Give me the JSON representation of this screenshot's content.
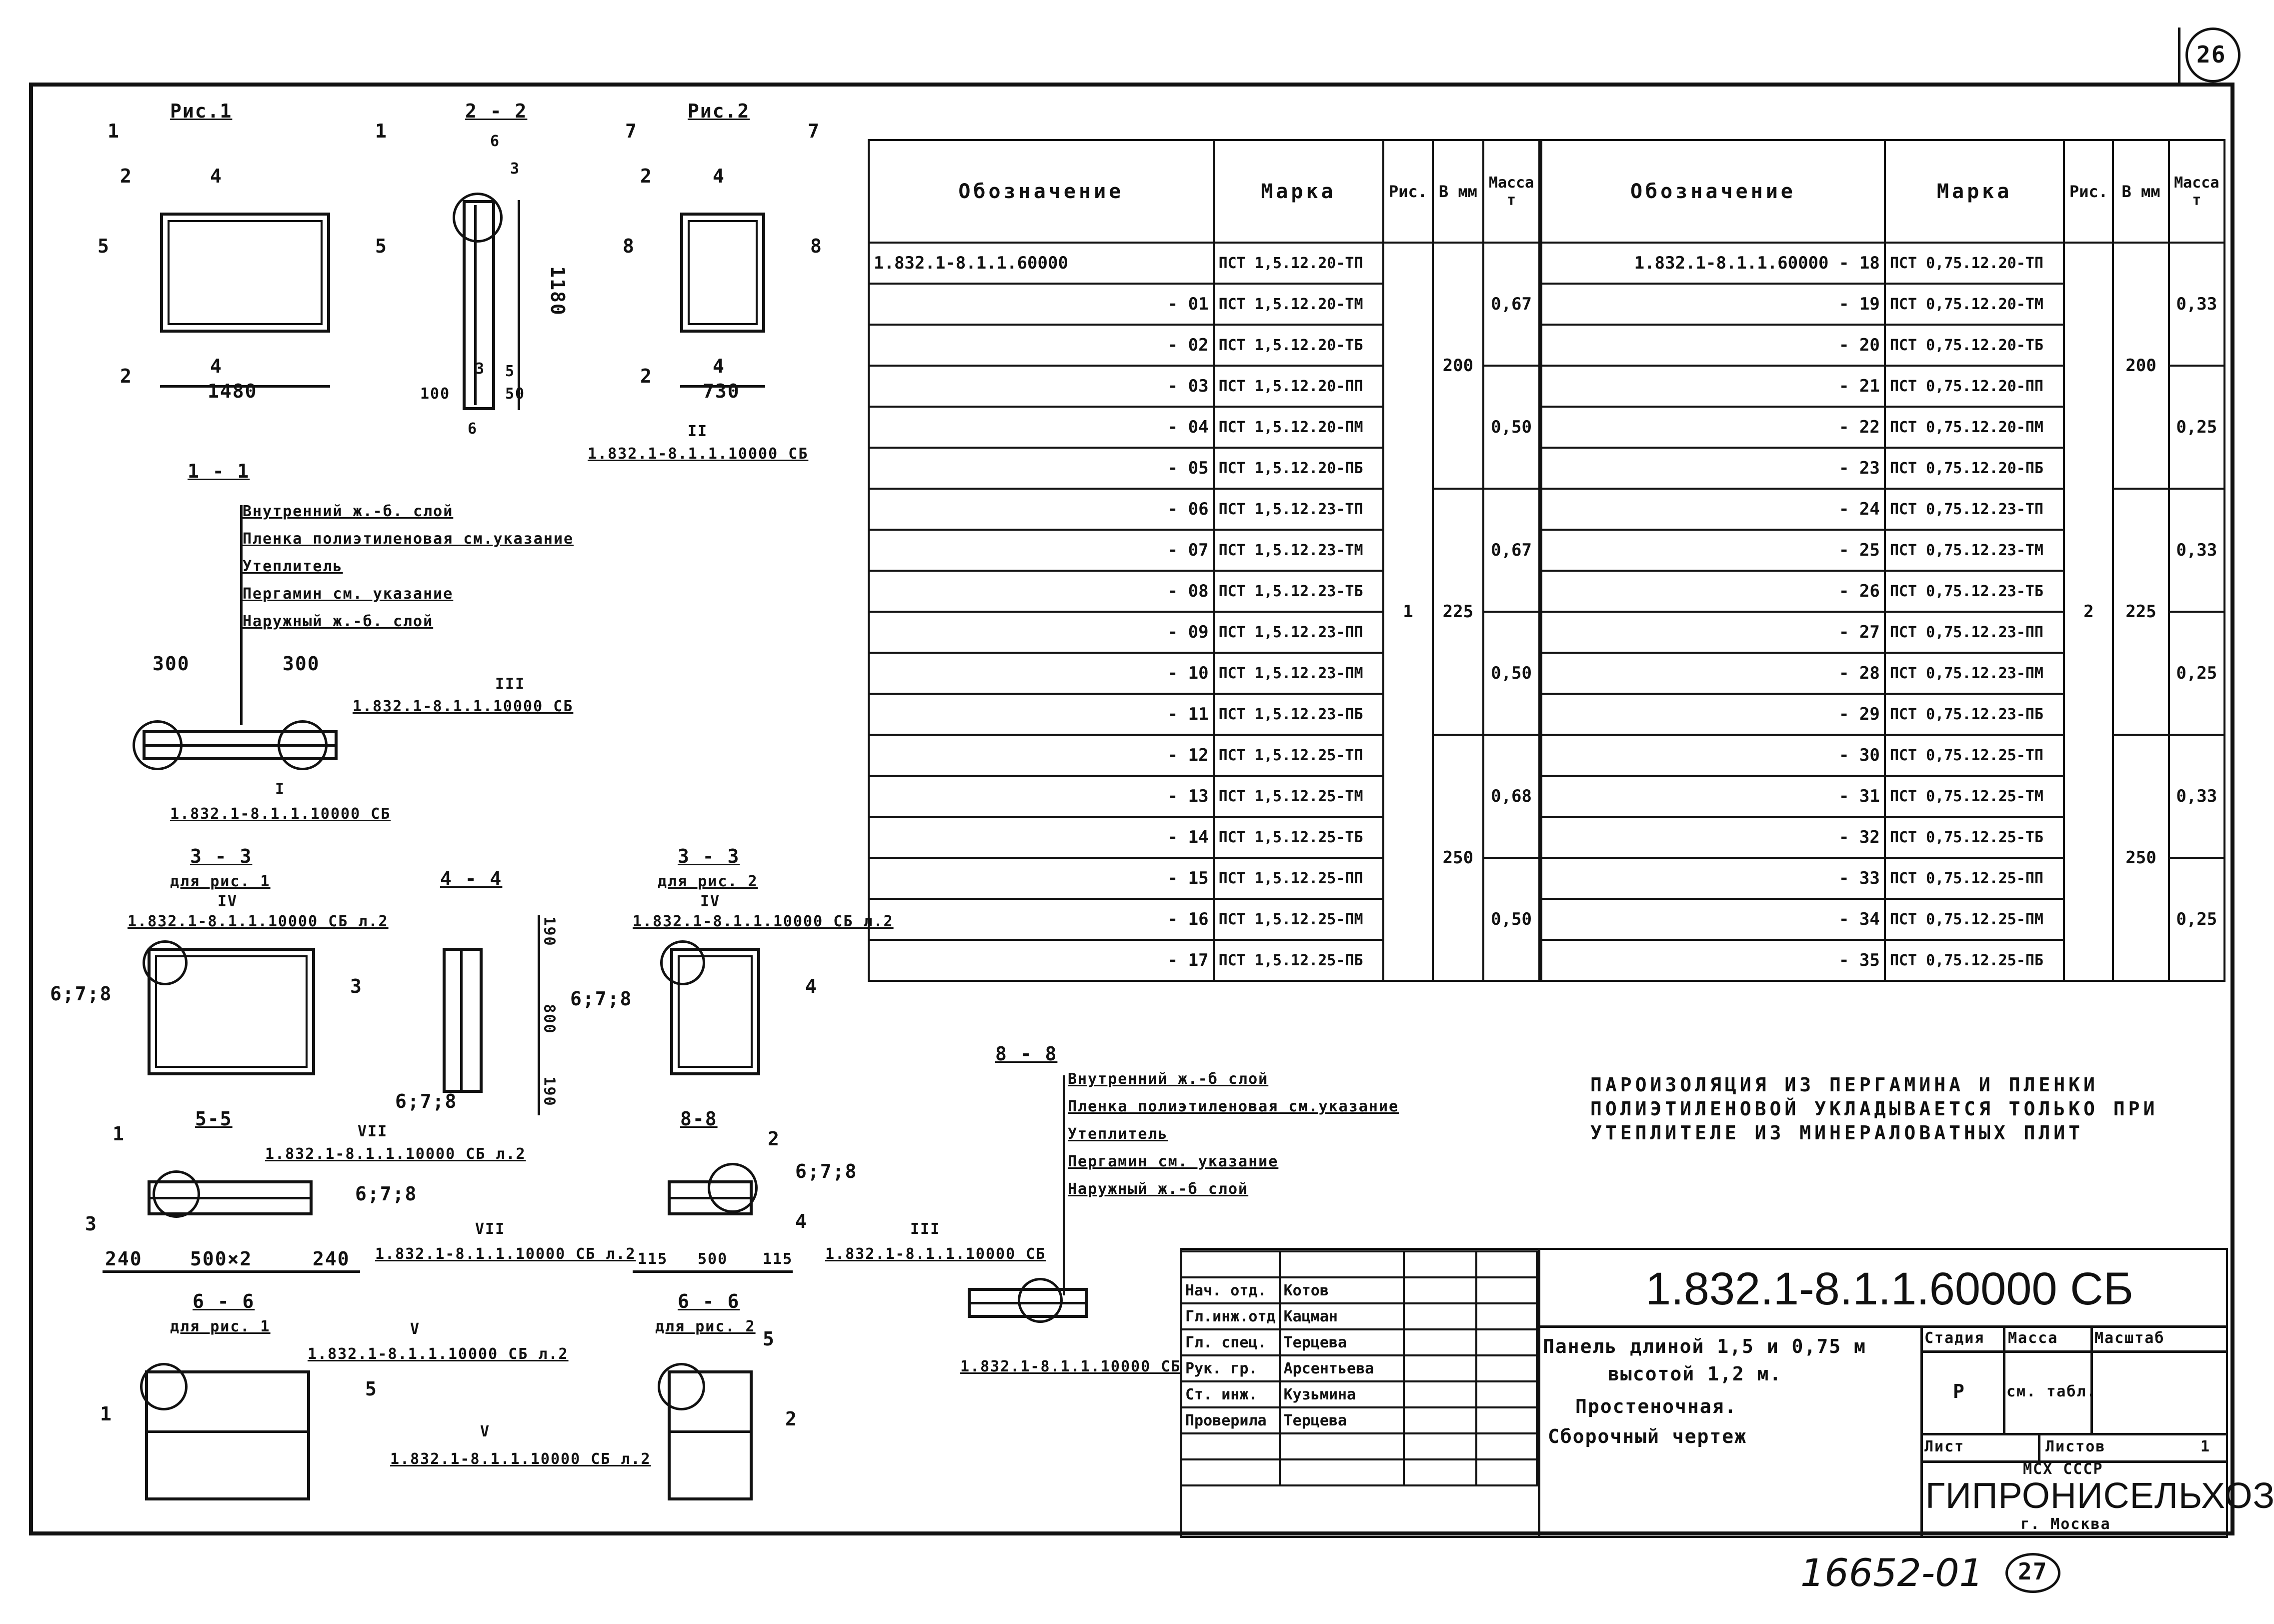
{
  "sheet_number": "26",
  "footer_code": "16652-01",
  "footer_circle": "27",
  "fig1": {
    "title": "Рис.1",
    "dim_width": "1480",
    "cut_labels": [
      "1",
      "1",
      "2",
      "4",
      "5",
      "5",
      "2",
      "4"
    ]
  },
  "sec22": {
    "title": "2 - 2",
    "dim_height": "1180",
    "dims": [
      "100",
      "50",
      "6",
      "3",
      "5",
      "3",
      "6"
    ],
    "ref": "1.832.1-8.1.1.10000 СБ",
    "ref_mark": "II"
  },
  "fig2": {
    "title": "Рис.2",
    "dim_width": "730",
    "cut_labels": [
      "7",
      "7",
      "2",
      "4",
      "8",
      "8",
      "2",
      "4"
    ]
  },
  "sec11": {
    "title": "1 - 1",
    "layers": [
      "Внутренний ж.-б. слой",
      "Пленка полиэтиленовая см.указание",
      "Утеплитель",
      "Пергамин см. указание",
      "Наружный ж.-б. слой"
    ],
    "dims": [
      "300",
      "300"
    ],
    "ref_top": "1.832.1-8.1.1.10000 СБ",
    "ref_top_mark": "III",
    "ref_bottom": "1.832.1-8.1.1.10000 СБ",
    "ref_bottom_mark": "I"
  },
  "sec33a": {
    "title": "3 - 3",
    "subtitle": "для рис. 1",
    "ref": "1.832.1-8.1.1.10000 СБ л.2",
    "ref_mark": "IV",
    "labels": [
      "6;7;8",
      "3"
    ]
  },
  "sec44": {
    "title": "4 - 4",
    "dims": [
      "190",
      "800",
      "190"
    ],
    "label": "6;7;8"
  },
  "sec33b": {
    "title": "3 - 3",
    "subtitle": "для рис. 2",
    "ref": "1.832.1-8.1.1.10000 СБ л.2",
    "ref_mark": "IV",
    "labels": [
      "6;7;8",
      "4"
    ]
  },
  "sec55": {
    "title": "5-5",
    "ref": "1.832.1-8.1.1.10000 СБ л.2",
    "ref_mark": "VII",
    "labels": [
      "1",
      "3",
      "6;7;8"
    ],
    "dims": [
      "240",
      "500×2",
      "240"
    ]
  },
  "sec88a": {
    "title": "8-8",
    "labels": [
      "2",
      "6;7;8",
      "4"
    ],
    "dims": [
      "115",
      "500",
      "115"
    ],
    "ref": "1.832.1-8.1.1.10000 СБ л.2",
    "ref_mark": "VII"
  },
  "sec88b": {
    "title": "8 - 8",
    "layers": [
      "Внутренний ж.-б слой",
      "Пленка полиэтиленовая см.указание",
      "Утеплитель",
      "Пергамин см. указание",
      "Наружный ж.-б слой"
    ],
    "ref_top": "1.832.1-8.1.1.10000 СБ",
    "ref_top_mark": "III",
    "ref_bottom": "1.832.1-8.1.1.10000 СБ"
  },
  "sec66a": {
    "title": "6 - 6",
    "subtitle": "для рис. 1",
    "ref": "1.832.1-8.1.1.10000 СБ л.2",
    "ref_mark": "V",
    "ref2": "1.832.1-8.1.1.10000 СБ л.2",
    "ref2_mark": "V",
    "labels": [
      "1",
      "5"
    ]
  },
  "sec66b": {
    "title": "6 - 6",
    "subtitle": "для рис. 2",
    "labels": [
      "5",
      "2"
    ]
  },
  "note": "Пароизоляция из пергамина и пленки полиэтиленовой укладывается только при утеплителе из минераловатных плит",
  "table_left": {
    "headers": [
      "Обозначение",
      "Марка",
      "Рис.",
      "В мм",
      "Масса т"
    ],
    "rows": [
      {
        "des": "1.832.1-8.1.1.60000",
        "mark": "ПСТ 1,5.12.20-ТП"
      },
      {
        "des": "- 01",
        "mark": "ПСТ 1,5.12.20-ТМ"
      },
      {
        "des": "- 02",
        "mark": "ПСТ 1,5.12.20-ТБ"
      },
      {
        "des": "- 03",
        "mark": "ПСТ 1,5.12.20-ПП"
      },
      {
        "des": "- 04",
        "mark": "ПСТ 1,5.12.20-ПМ"
      },
      {
        "des": "- 05",
        "mark": "ПСТ 1,5.12.20-ПБ"
      },
      {
        "des": "- 06",
        "mark": "ПСТ 1,5.12.23-ТП"
      },
      {
        "des": "- 07",
        "mark": "ПСТ 1,5.12.23-ТМ"
      },
      {
        "des": "- 08",
        "mark": "ПСТ 1,5.12.23-ТБ"
      },
      {
        "des": "- 09",
        "mark": "ПСТ 1,5.12.23-ПП"
      },
      {
        "des": "- 10",
        "mark": "ПСТ 1,5.12.23-ПМ"
      },
      {
        "des": "- 11",
        "mark": "ПСТ 1,5.12.23-ПБ"
      },
      {
        "des": "- 12",
        "mark": "ПСТ 1,5.12.25-ТП"
      },
      {
        "des": "- 13",
        "mark": "ПСТ 1,5.12.25-ТМ"
      },
      {
        "des": "- 14",
        "mark": "ПСТ 1,5.12.25-ТБ"
      },
      {
        "des": "- 15",
        "mark": "ПСТ 1,5.12.25-ПП"
      },
      {
        "des": "- 16",
        "mark": "ПСТ 1,5.12.25-ПМ"
      },
      {
        "des": "- 17",
        "mark": "ПСТ 1,5.12.25-ПБ"
      }
    ],
    "fig": "1",
    "b_values": [
      "200",
      "225",
      "250"
    ],
    "masses": [
      "0,67",
      "0,50",
      "0,67",
      "0,50",
      "0,68",
      "0,50"
    ]
  },
  "table_right": {
    "headers": [
      "Обозначение",
      "Марка",
      "Рис.",
      "В мм",
      "Масса т"
    ],
    "rows": [
      {
        "des": "1.832.1-8.1.1.60000 - 18",
        "mark": "ПСТ 0,75.12.20-ТП"
      },
      {
        "des": "- 19",
        "mark": "ПСТ 0,75.12.20-ТМ"
      },
      {
        "des": "- 20",
        "mark": "ПСТ 0,75.12.20-ТБ"
      },
      {
        "des": "- 21",
        "mark": "ПСТ 0,75.12.20-ПП"
      },
      {
        "des": "- 22",
        "mark": "ПСТ 0,75.12.20-ПМ"
      },
      {
        "des": "- 23",
        "mark": "ПСТ 0,75.12.20-ПБ"
      },
      {
        "des": "- 24",
        "mark": "ПСТ 0,75.12.23-ТП"
      },
      {
        "des": "- 25",
        "mark": "ПСТ 0,75.12.23-ТМ"
      },
      {
        "des": "- 26",
        "mark": "ПСТ 0,75.12.23-ТБ"
      },
      {
        "des": "- 27",
        "mark": "ПСТ 0,75.12.23-ПП"
      },
      {
        "des": "- 28",
        "mark": "ПСТ 0,75.12.23-ПМ"
      },
      {
        "des": "- 29",
        "mark": "ПСТ 0,75.12.23-ПБ"
      },
      {
        "des": "- 30",
        "mark": "ПСТ 0,75.12.25-ТП"
      },
      {
        "des": "- 31",
        "mark": "ПСТ 0,75.12.25-ТМ"
      },
      {
        "des": "- 32",
        "mark": "ПСТ 0,75.12.25-ТБ"
      },
      {
        "des": "- 33",
        "mark": "ПСТ 0,75.12.25-ПП"
      },
      {
        "des": "- 34",
        "mark": "ПСТ 0,75.12.25-ПМ"
      },
      {
        "des": "- 35",
        "mark": "ПСТ 0,75.12.25-ПБ"
      }
    ],
    "fig": "2",
    "b_values": [
      "200",
      "225",
      "250"
    ],
    "masses": [
      "0,33",
      "0,25",
      "0,33",
      "0,25",
      "0,33",
      "0,25"
    ]
  },
  "title_block": {
    "roles": [
      "Нач. отд.",
      "Гл.инж.отд",
      "Гл. спец.",
      "Рук. гр.",
      "Ст. инж.",
      "Проверила"
    ],
    "names": [
      "Котов",
      "Кацман",
      "Терцева",
      "Арсентьева",
      "Кузьмина",
      "Терцева"
    ],
    "doc_number": "1.832.1-8.1.1.60000 СБ",
    "description": [
      "Панель длиной 1,5 и 0,75 м",
      "высотой 1,2 м.",
      "Простеночная.",
      "Сборочный чертеж"
    ],
    "stage_header": "Стадия",
    "mass_header": "Масса",
    "scale_header": "Масштаб",
    "stage_value": "Р",
    "mass_value": "см. табл.",
    "sheet_label": "Лист",
    "sheets_label": "Листов",
    "sheets_value": "1",
    "org_top": "МСХ СССР",
    "org_name": "ГИПРОНИСЕЛЬХОЗ",
    "org_city": "г. Москва"
  }
}
